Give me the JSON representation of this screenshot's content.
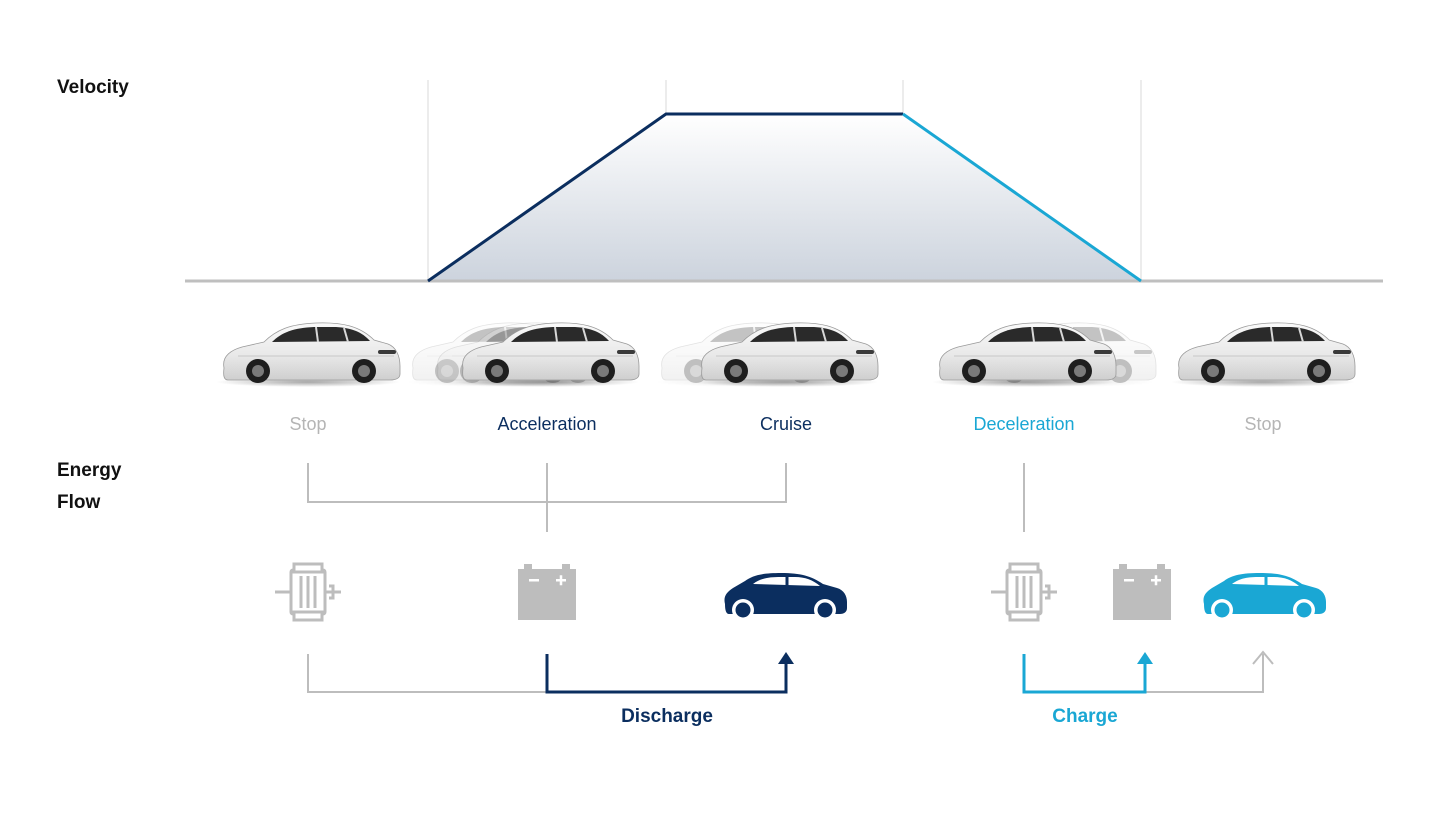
{
  "labels": {
    "velocity": "Velocity",
    "energy_line1": "Energy",
    "energy_line2": "Flow"
  },
  "phases": [
    {
      "label": "Stop",
      "state": "inactive"
    },
    {
      "label": "Acceleration",
      "state": "discharge"
    },
    {
      "label": "Cruise",
      "state": "discharge"
    },
    {
      "label": "Deceleration",
      "state": "charge"
    },
    {
      "label": "Stop",
      "state": "inactive"
    }
  ],
  "velocity_profile": {
    "segments": [
      "stop",
      "ramp-up",
      "constant",
      "ramp-down",
      "stop"
    ],
    "levels": [
      0,
      0,
      1,
      1,
      0,
      0
    ]
  },
  "energy_flow": {
    "discharge_label": "Discharge",
    "charge_label": "Charge",
    "discharge_icons": [
      "motor-icon",
      "battery-icon",
      "car-icon"
    ],
    "charge_icons": [
      "motor-icon",
      "battery-icon",
      "car-icon"
    ]
  },
  "colors": {
    "discharge": "#0b2e5f",
    "charge": "#1aa7d4",
    "inactive": "#bdbdbd",
    "text_inactive": "#b5b5b5",
    "fill": "#ccd3dd",
    "baseline": "#bfbfbf",
    "gridline": "#d9d9d9"
  }
}
